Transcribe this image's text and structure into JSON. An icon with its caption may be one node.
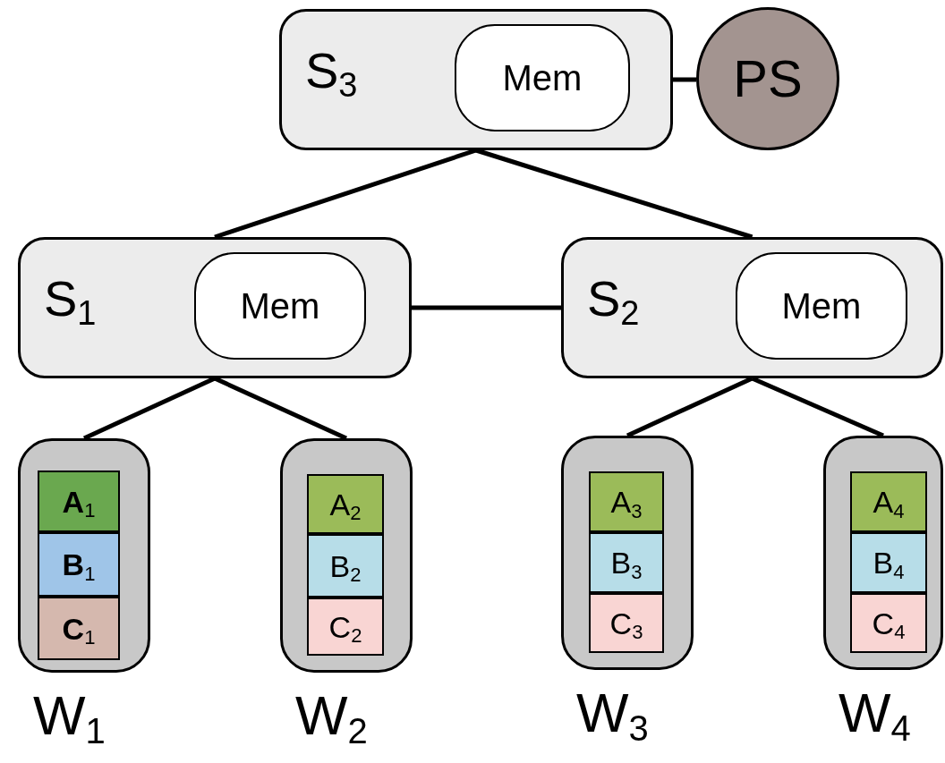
{
  "diagram": {
    "nodes": [
      {
        "text": [
          "S$_{3}$"
        ]
      },
      {
        "text": [
          "Mem"
        ],
        "in": 0
      },
      {
        "text": [
          "PS"
        ]
      },
      {
        "text": [
          "S$_{1}$"
        ]
      },
      {
        "text": [
          "Mem"
        ],
        "in": 3
      },
      {
        "text": [
          "S$_{2}$"
        ]
      },
      {
        "text": [
          "Mem"
        ],
        "in": 5
      },
      {
        "text": [
          "W$_{1}$"
        ]
      },
      {
        "text": [
          "**A**$_{1}$"
        ],
        "in": 7
      },
      {
        "text": [
          "**B**$_{1}$"
        ],
        "in": 7
      },
      {
        "text": [
          "**C**$_{1}$"
        ],
        "in": 7
      },
      {
        "text": [
          "W$_{2}$"
        ]
      },
      {
        "text": [
          "A$_{2}$"
        ],
        "in": 11
      },
      {
        "text": [
          "B$_{2}$"
        ],
        "in": 11
      },
      {
        "text": [
          "C$_{2}$"
        ],
        "in": 11
      },
      {
        "text": [
          "W$_{3}$"
        ]
      },
      {
        "text": [
          "A$_{3}$"
        ],
        "in": 15
      },
      {
        "text": [
          "B$_{3}$"
        ],
        "in": 15
      },
      {
        "text": [
          "C$_{3}$"
        ],
        "in": 15
      },
      {
        "text": [
          "W$_{4}$"
        ]
      },
      {
        "text": [
          "A$_{4}$"
        ],
        "in": 19
      },
      {
        "text": [
          "B$_{4}$"
        ],
        "in": 19
      },
      {
        "text": [
          "C$_{4}$"
        ],
        "in": 19
      }
    ],
    "edges": [
      {
        "from": 0,
        "to": 2,
        "arrow": "none"
      },
      {
        "from": 0,
        "to": 3,
        "arrow": "none"
      },
      {
        "from": 0,
        "to": 5,
        "arrow": "none"
      },
      {
        "from": 3,
        "to": 5,
        "arrow": "none"
      },
      {
        "from": 3,
        "to": 7,
        "arrow": "none"
      },
      {
        "from": 3,
        "to": 11,
        "arrow": "none"
      },
      {
        "from": 5,
        "to": 15,
        "arrow": "none"
      },
      {
        "from": 5,
        "to": 19,
        "arrow": "none"
      }
    ]
  }
}
